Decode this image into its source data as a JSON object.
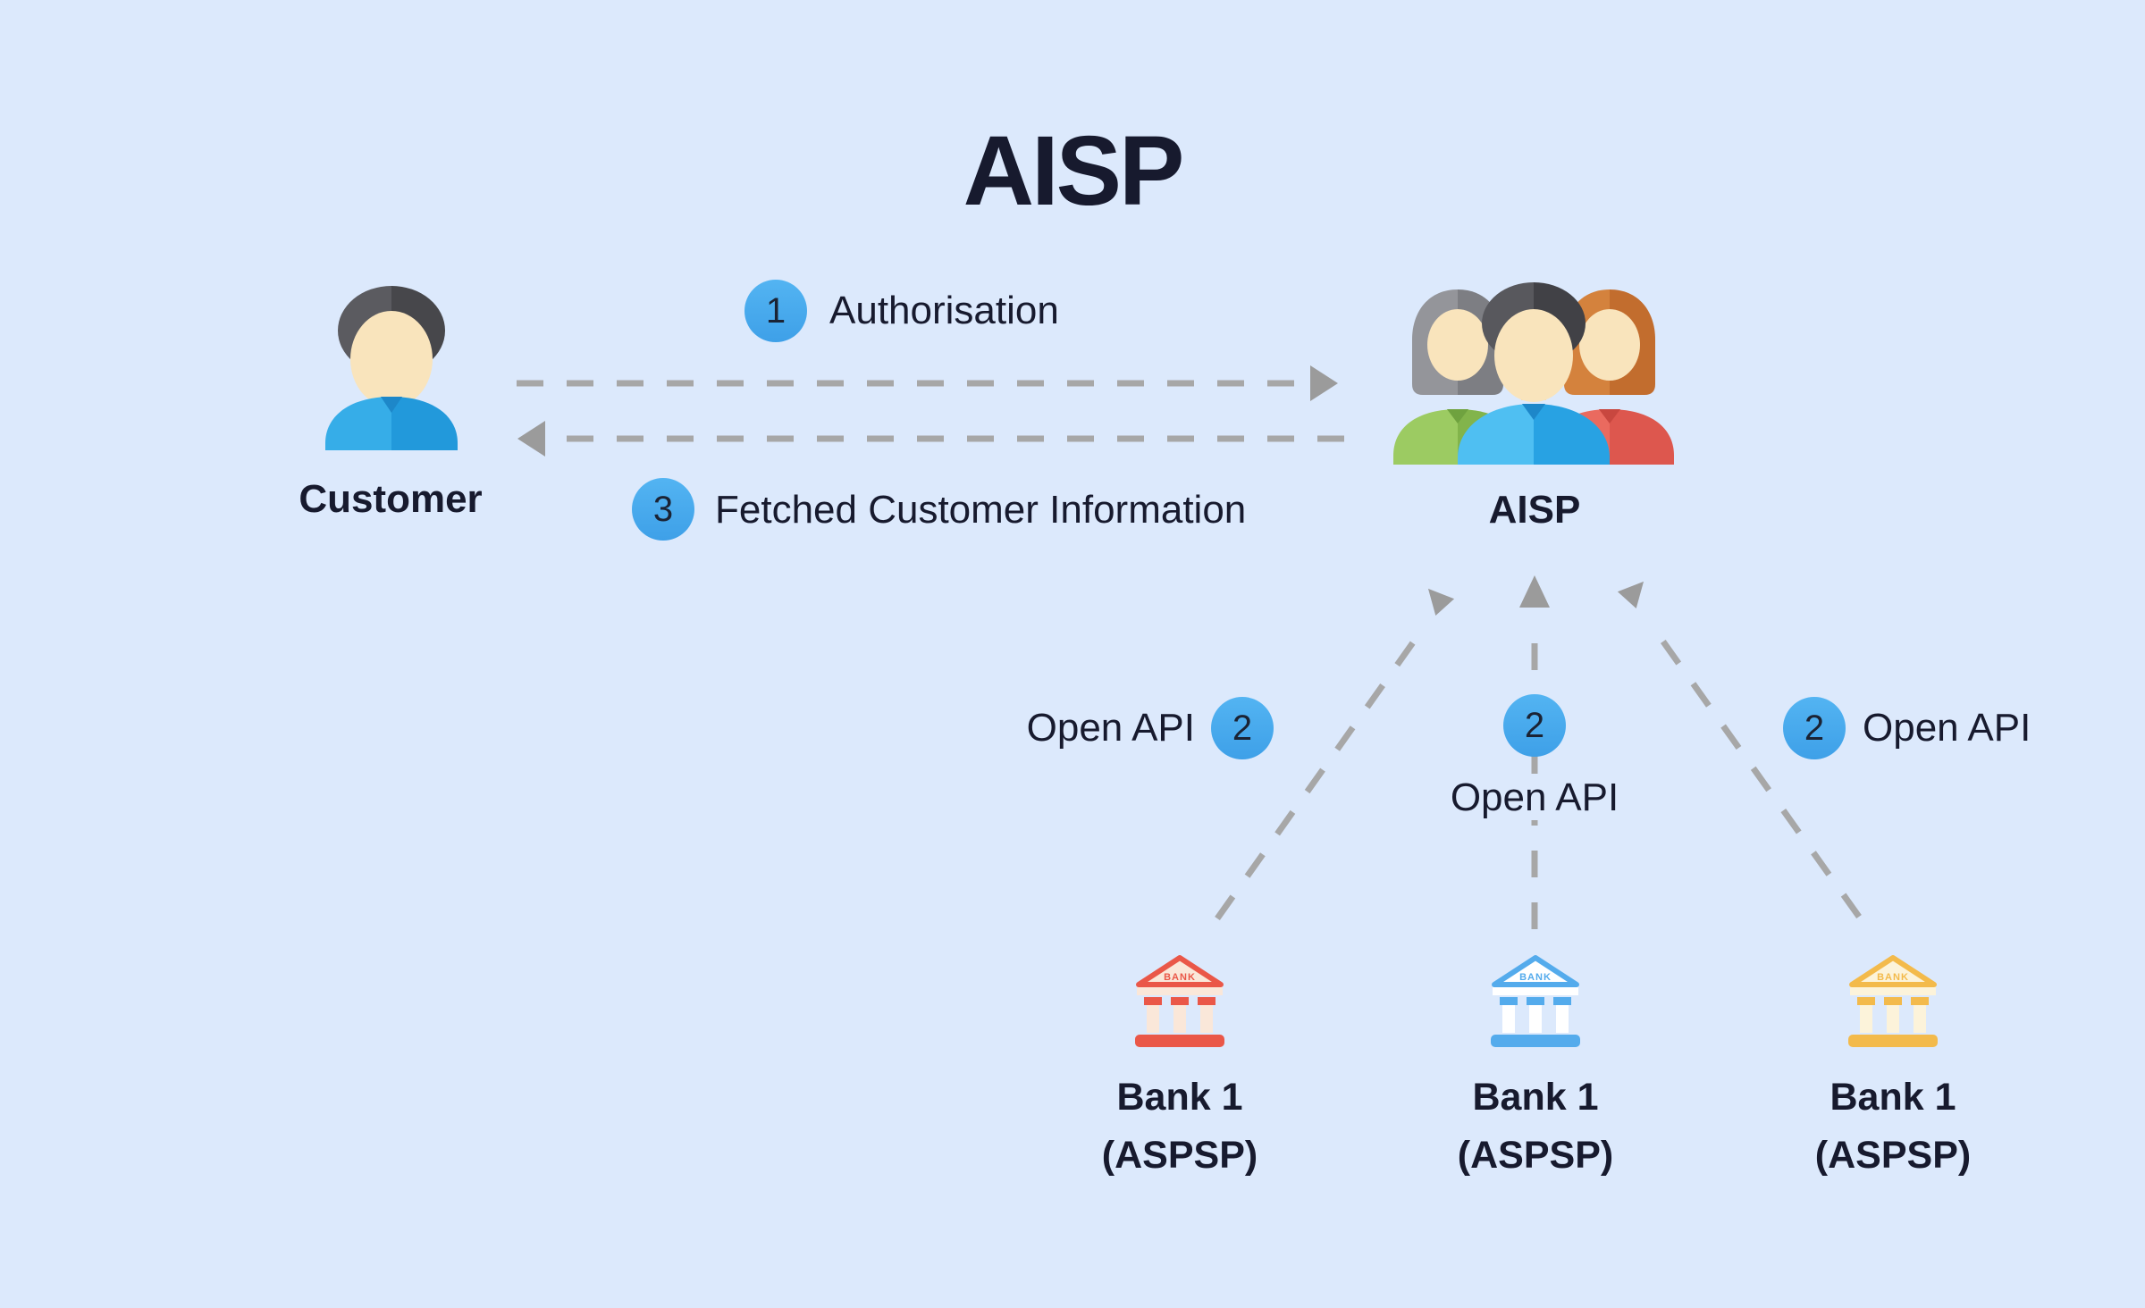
{
  "title": "AISP",
  "actors": {
    "customer": {
      "label": "Customer"
    },
    "aisp": {
      "label": "AISP"
    }
  },
  "steps": [
    {
      "number": "1",
      "label": "Authorisation"
    },
    {
      "number": "2",
      "label": "Open API"
    },
    {
      "number": "3",
      "label": "Fetched Customer Information"
    }
  ],
  "banks": [
    {
      "name": "Bank 1",
      "subtitle": "(ASPSP)",
      "sign": "BANK",
      "color": "#EA5748",
      "fill": "#FAE7D9"
    },
    {
      "name": "Bank 1",
      "subtitle": "(ASPSP)",
      "sign": "BANK",
      "color": "#54ABEC",
      "fill": "#FFFFFF"
    },
    {
      "name": "Bank 1",
      "subtitle": "(ASPSP)",
      "sign": "BANK",
      "color": "#F3BA4B",
      "fill": "#FCF3DA"
    }
  ],
  "colors": {
    "background": "#DCE9FC",
    "accent_blue": "#47A7ED",
    "text_dark": "#171A2E",
    "arrow_gray": "#A7A7A7"
  }
}
